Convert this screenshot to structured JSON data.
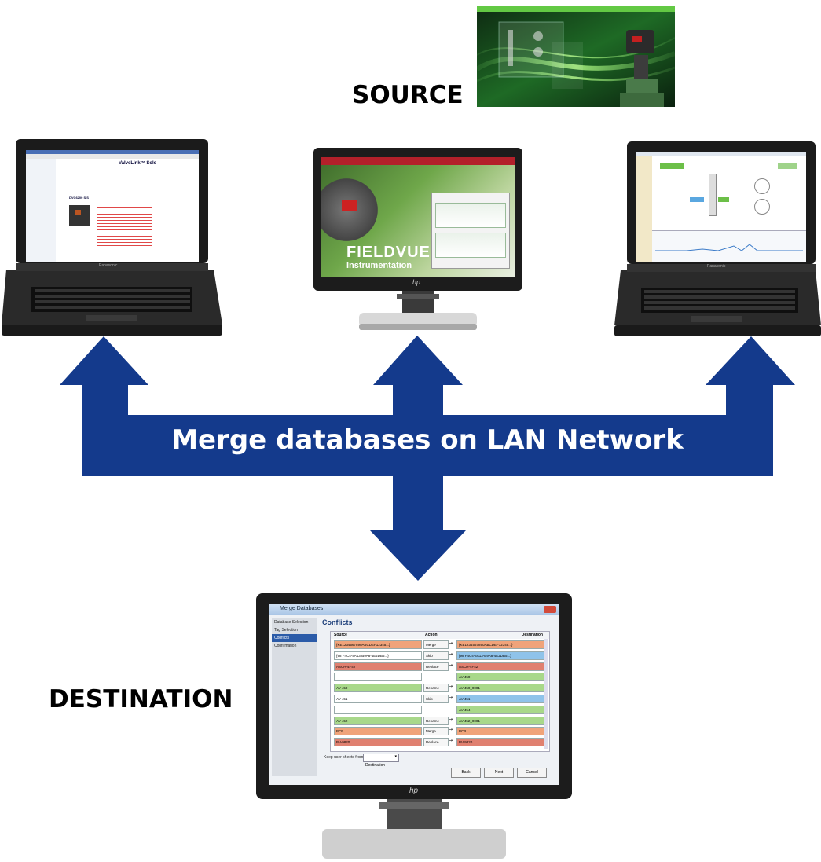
{
  "labels": {
    "source": "SOURCE",
    "destination": "DESTINATION",
    "banner": "Merge databases on LAN Network"
  },
  "left_laptop": {
    "app_title": "ValveLink™ Solo",
    "brand": "Panasonic",
    "device_header": "DVC6200 SIS"
  },
  "center_monitor": {
    "brand_line1": "FIELDVUE",
    "brand_line2": "Instrumentation",
    "logo": "hp"
  },
  "right_laptop": {
    "brand": "Panasonic"
  },
  "merge_dialog": {
    "window_title": "Merge Databases",
    "sidebar": [
      "Database Selection",
      "Tag Selection",
      "Conflicts",
      "Confirmation"
    ],
    "active_step": "Conflicts",
    "heading": "Conflicts",
    "columns": {
      "source": "Source",
      "action": "Action",
      "destination": "Destination"
    },
    "rows": [
      {
        "source": "{KE1234567890ABCDEF12345...}",
        "action": "Merge",
        "destination": "{KE1234567890ABCDEF12345...}",
        "src_color": "#f0a37a",
        "dst_color": "#f0a37a"
      },
      {
        "source": "{98 F4C4-4A13-B9A8-4E2DB5...}",
        "action": "Skip",
        "destination": "{98 F4C4-4A13-B9A8-4E2DB5...}",
        "src_color": "#ffffff",
        "dst_color": "#8fc3ea"
      },
      {
        "source": "ASCH-4F42",
        "action": "Replace",
        "destination": "ASCH-4F42",
        "src_color": "#e08070",
        "dst_color": "#e08070"
      },
      {
        "source": "",
        "action": "",
        "destination": "AV-450",
        "src_color": "#ffffff",
        "dst_color": "#a8d88a"
      },
      {
        "source": "AV-450",
        "action": "Rename",
        "destination": "AV-450_0001",
        "src_color": "#a8d88a",
        "dst_color": "#a8d88a"
      },
      {
        "source": "AV-451",
        "action": "Skip",
        "destination": "AV-451",
        "src_color": "#ffffff",
        "dst_color": "#8fc3ea"
      },
      {
        "source": "",
        "action": "",
        "destination": "AV-454",
        "src_color": "#ffffff",
        "dst_color": "#a8d88a"
      },
      {
        "source": "AV-452",
        "action": "Rename",
        "destination": "AV-452_0001",
        "src_color": "#a8d88a",
        "dst_color": "#a8d88a"
      },
      {
        "source": "BCB",
        "action": "Merge",
        "destination": "BCB",
        "src_color": "#f0a37a",
        "dst_color": "#f0a37a"
      },
      {
        "source": "BV-9820",
        "action": "Replace",
        "destination": "BV-9820",
        "src_color": "#e08070",
        "dst_color": "#e08070"
      }
    ],
    "keep_label": "Keep user sheets from:",
    "keep_value": "Destination",
    "buttons": {
      "back": "Back",
      "next": "Next",
      "cancel": "Cancel"
    }
  },
  "colors": {
    "arrow": "#143a8c",
    "accent_green": "#5dc03f"
  }
}
